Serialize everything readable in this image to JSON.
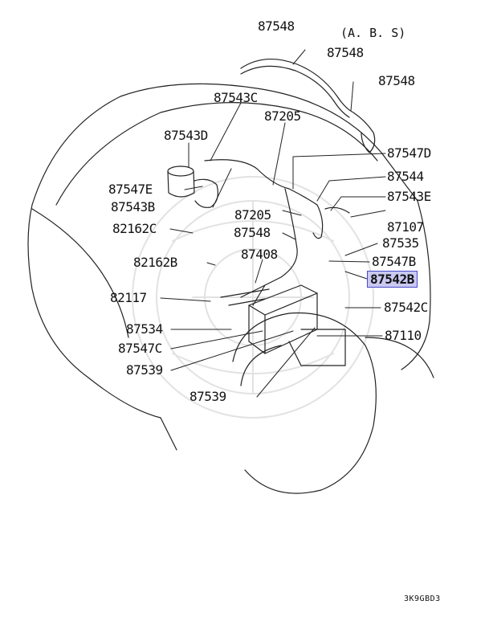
{
  "note": "(A. B. S)",
  "diagram_code": "3K9GBD3",
  "highlight_color": "#c9c9f2",
  "callouts": [
    {
      "id": "c01",
      "text": "87548"
    },
    {
      "id": "c02",
      "text": "87548"
    },
    {
      "id": "c03",
      "text": "87548"
    },
    {
      "id": "c04",
      "text": "87543C"
    },
    {
      "id": "c05",
      "text": "87205"
    },
    {
      "id": "c06",
      "text": "87543D"
    },
    {
      "id": "c07",
      "text": "87547D"
    },
    {
      "id": "c08",
      "text": "87547E"
    },
    {
      "id": "c09",
      "text": "87544"
    },
    {
      "id": "c10",
      "text": "87543B"
    },
    {
      "id": "c11",
      "text": "87543E"
    },
    {
      "id": "c12",
      "text": "87205"
    },
    {
      "id": "c13",
      "text": "87107"
    },
    {
      "id": "c14",
      "text": "82162C"
    },
    {
      "id": "c15",
      "text": "87548"
    },
    {
      "id": "c16",
      "text": "87535"
    },
    {
      "id": "c17",
      "text": "87408"
    },
    {
      "id": "c18",
      "text": "82162B"
    },
    {
      "id": "c19",
      "text": "87547B"
    },
    {
      "id": "c20",
      "text": "87542B",
      "highlighted": true
    },
    {
      "id": "c21",
      "text": "82117"
    },
    {
      "id": "c22",
      "text": "87542C"
    },
    {
      "id": "c23",
      "text": "87534"
    },
    {
      "id": "c24",
      "text": "87110"
    },
    {
      "id": "c25",
      "text": "87547C"
    },
    {
      "id": "c26",
      "text": "87539"
    },
    {
      "id": "c27",
      "text": "87539"
    }
  ]
}
